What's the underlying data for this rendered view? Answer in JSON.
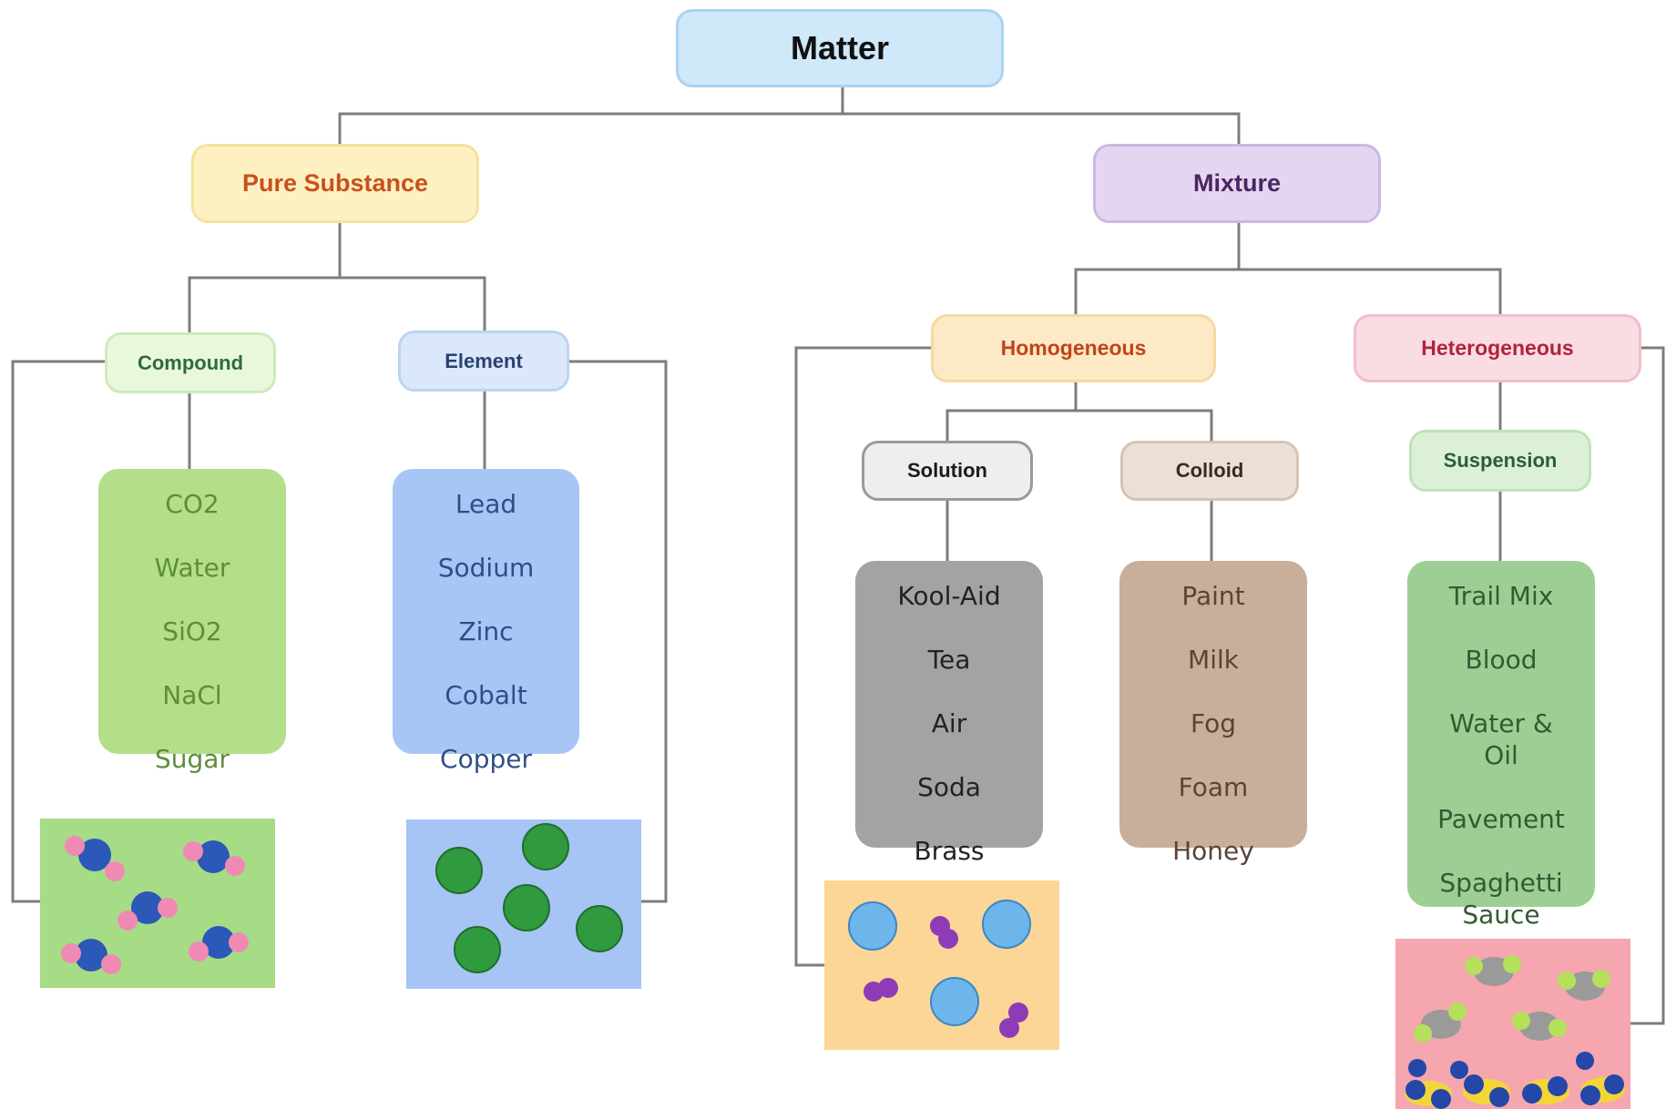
{
  "root": {
    "label": "Matter",
    "fill": "#cfe8fa",
    "border": "#a9d3f0",
    "text": "#111111"
  },
  "branches": {
    "pure_substance": {
      "label": "Pure Substance",
      "fill": "#fdf1c2",
      "border": "#f4e29f",
      "text": "#c9501d"
    },
    "mixture": {
      "label": "Mixture",
      "fill": "#e4d6f0",
      "border": "#cdb8e1",
      "text": "#4a2563"
    }
  },
  "categories": {
    "compound": {
      "label": "Compound",
      "fill": "#e9f8dc",
      "border": "#cfeabd",
      "text": "#2f6b3b"
    },
    "element": {
      "label": "Element",
      "fill": "#dbe8fb",
      "border": "#bcd4f3",
      "text": "#2a4270"
    },
    "homogeneous": {
      "label": "Homogeneous",
      "fill": "#fde9c5",
      "border": "#f5d9a4",
      "text": "#c1441b"
    },
    "heterogeneous": {
      "label": "Heterogeneous",
      "fill": "#fadce3",
      "border": "#f0bfcc",
      "text": "#b0233d"
    },
    "solution": {
      "label": "Solution",
      "fill": "#eeeeee",
      "border": "#9a9a9a",
      "text": "#1b1b1b"
    },
    "colloid": {
      "label": "Colloid",
      "fill": "#ebe0d6",
      "border": "#d6c3b2",
      "text": "#3b2a1e"
    },
    "suspension": {
      "label": "Suspension",
      "fill": "#dcf0d8",
      "border": "#c0e2b9",
      "text": "#2b5e34"
    }
  },
  "examples": {
    "compound": {
      "fill": "#b3de8a",
      "text": "#5f8d3a",
      "items": [
        "CO2",
        "Water",
        "SiO2",
        "NaCl",
        "Sugar"
      ]
    },
    "element": {
      "fill": "#a8c6f5",
      "text": "#2e4f86",
      "items": [
        "Lead",
        "Sodium",
        "Zinc",
        "Cobalt",
        "Copper"
      ]
    },
    "solution": {
      "fill": "#a3a3a3",
      "text": "#222222",
      "items": [
        "Kool-Aid",
        "Tea",
        "Air",
        "Soda",
        "Brass"
      ]
    },
    "colloid": {
      "fill": "#c9ae9a",
      "text": "#5a4435",
      "items": [
        "Paint",
        "Milk",
        "Fog",
        "Foam",
        "Honey"
      ]
    },
    "suspension": {
      "fill": "#9dcf95",
      "text": "#335b31",
      "items": [
        "Trail Mix",
        "Blood",
        "Water &\nOil",
        "Pavement",
        "Spaghetti\nSauce"
      ]
    }
  },
  "illustrations": {
    "compound": {
      "fill": "#a6dc86",
      "description_icon": "molecule-icon"
    },
    "element": {
      "fill": "#a6c4f4",
      "description_icon": "atom-icon"
    },
    "homogeneous": {
      "fill": "#fbd696",
      "description_icon": "particle-mix-icon"
    },
    "heterogeneous": {
      "fill": "#f5a6ae",
      "description_icon": "particle-mix-icon"
    }
  }
}
